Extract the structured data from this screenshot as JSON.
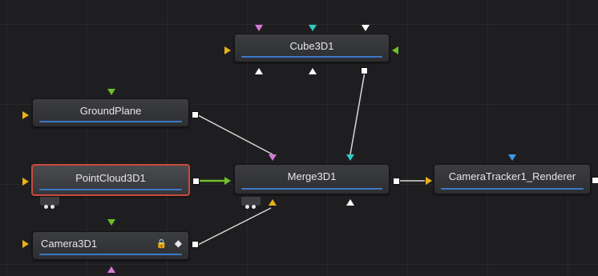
{
  "nodes": {
    "cube": {
      "label": "Cube3D1"
    },
    "groundplane": {
      "label": "GroundPlane"
    },
    "pointcloud": {
      "label": "PointCloud3D1"
    },
    "merge": {
      "label": "Merge3D1"
    },
    "renderer": {
      "label": "CameraTracker1_Renderer"
    },
    "camera": {
      "label": "Camera3D1",
      "icons": [
        "lock-icon",
        "keyframe-diamond-icon"
      ]
    }
  },
  "icons": {
    "lock": "🔒",
    "diamond": "◆"
  },
  "colors": {
    "canvas": "#1e1e20",
    "node": "#35363a",
    "selected_outline": "#c94a3e",
    "progress_bar": "#3f78c8",
    "input_yellow": "#e8b117",
    "input_green": "#6fbf2a",
    "input_magenta": "#d678d8",
    "input_cyan": "#2fc9c0",
    "input_blue": "#3d9ae8",
    "wire_white": "#d8d8d8",
    "wire_green": "#6fbf2a"
  }
}
